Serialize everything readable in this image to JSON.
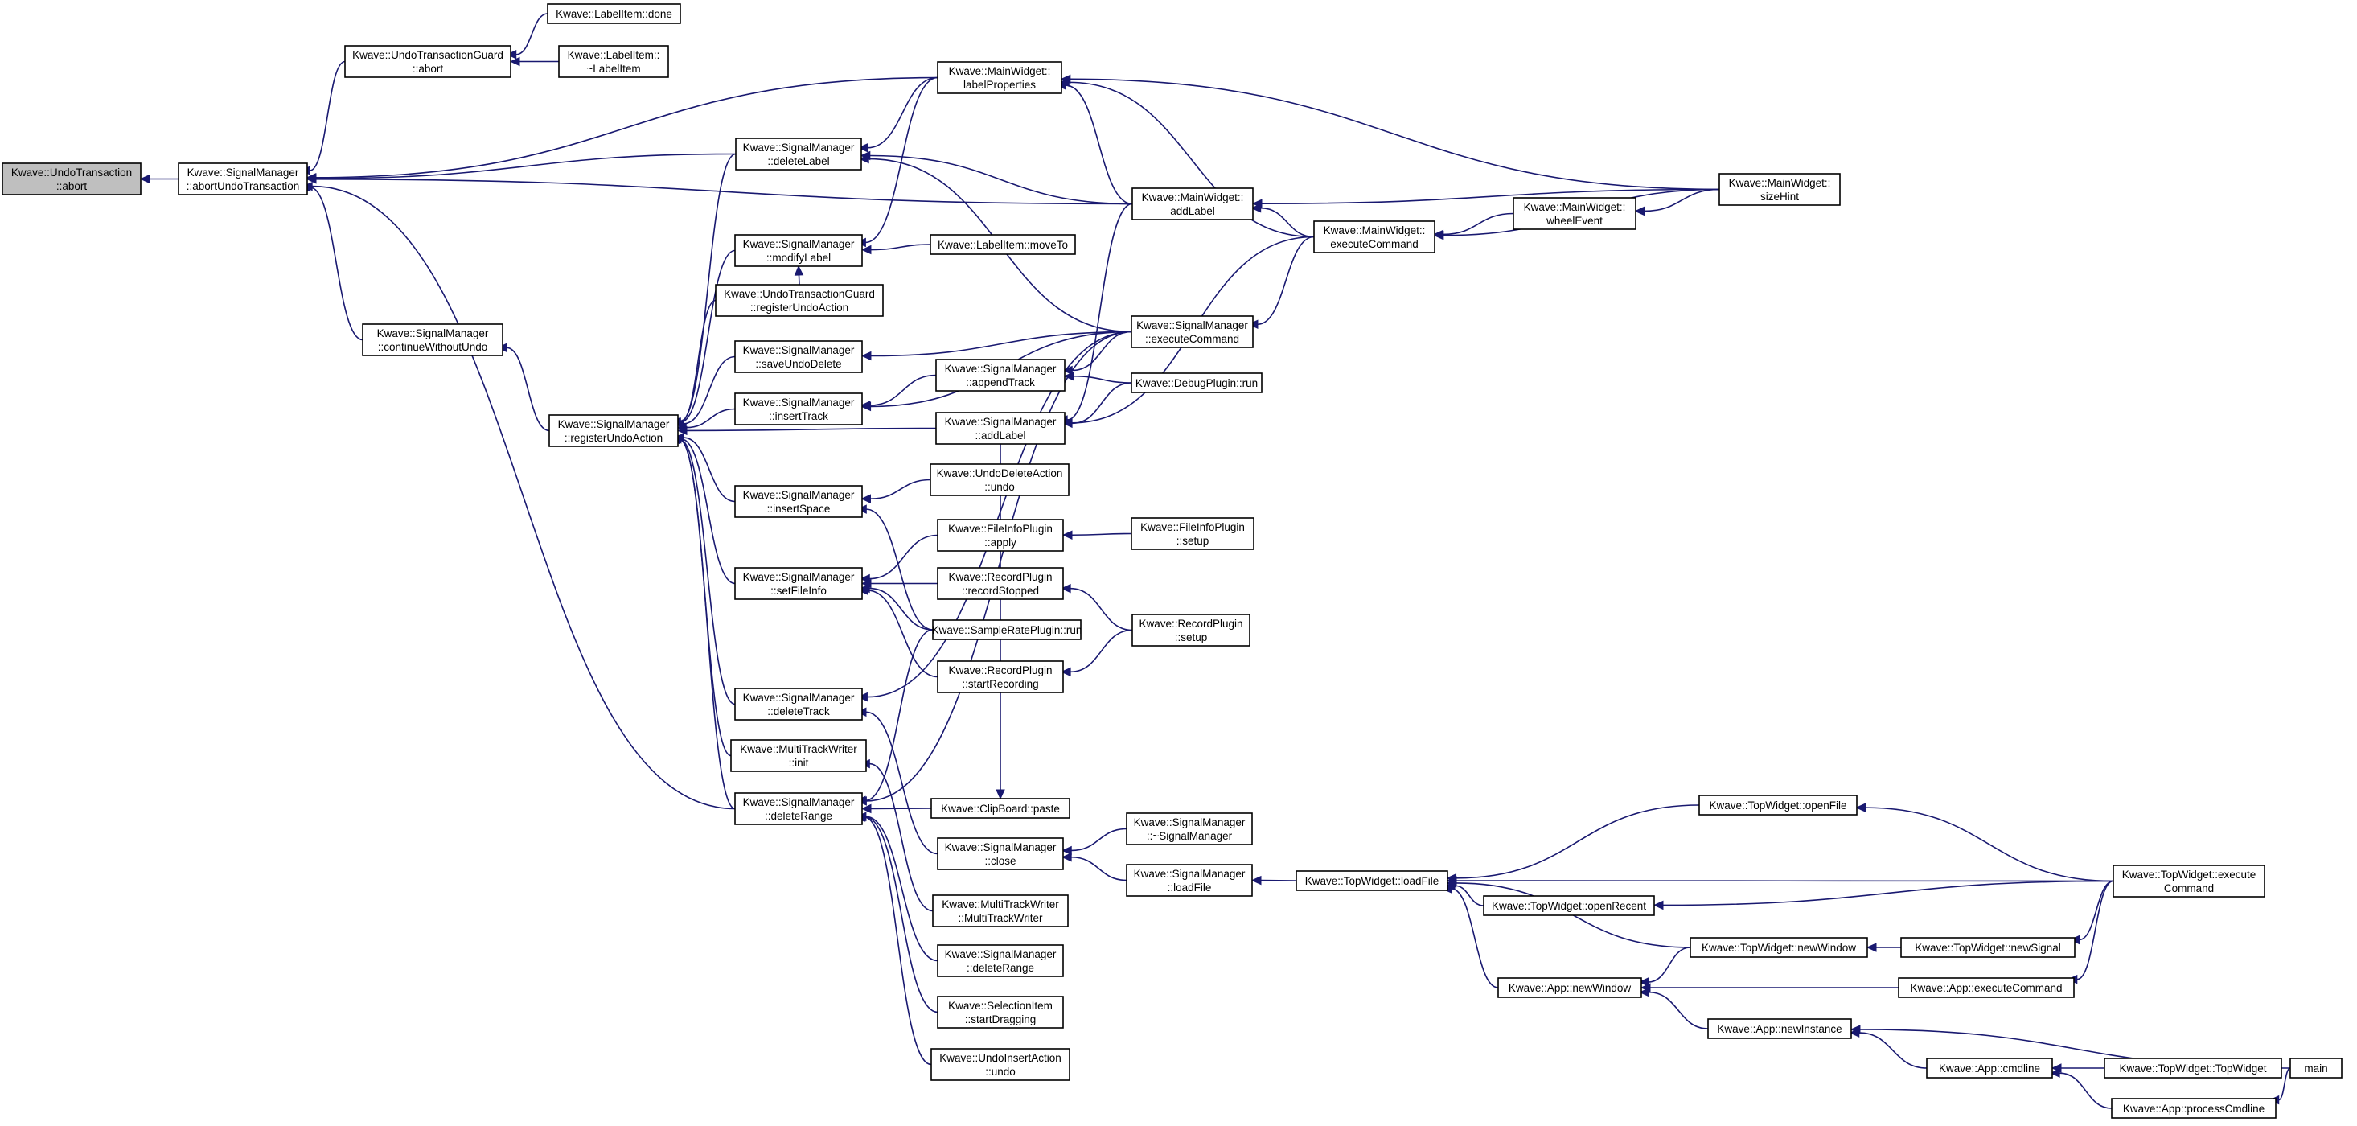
{
  "nodes": [
    {
      "id": "n0",
      "lines": [
        "Kwave::UndoTransaction",
        "::abort"
      ],
      "root": true
    },
    {
      "id": "n1",
      "lines": [
        "Kwave::SignalManager",
        "::abortUndoTransaction"
      ]
    },
    {
      "id": "n2",
      "lines": [
        "Kwave::UndoTransactionGuard",
        "::abort"
      ]
    },
    {
      "id": "n3",
      "lines": [
        "Kwave::LabelItem::done"
      ]
    },
    {
      "id": "n4",
      "lines": [
        "Kwave::LabelItem::",
        "~LabelItem"
      ]
    },
    {
      "id": "n5",
      "lines": [
        "Kwave::MainWidget::",
        "labelProperties"
      ]
    },
    {
      "id": "n6",
      "lines": [
        "Kwave::SignalManager",
        "::deleteLabel"
      ]
    },
    {
      "id": "n7",
      "lines": [
        "Kwave::MainWidget::",
        "addLabel"
      ]
    },
    {
      "id": "n8",
      "lines": [
        "Kwave::MainWidget::",
        "sizeHint"
      ]
    },
    {
      "id": "n9",
      "lines": [
        "Kwave::MainWidget::",
        "executeCommand"
      ]
    },
    {
      "id": "n10",
      "lines": [
        "Kwave::MainWidget::",
        "wheelEvent"
      ]
    },
    {
      "id": "n11",
      "lines": [
        "Kwave::SignalManager",
        "::modifyLabel"
      ]
    },
    {
      "id": "n12",
      "lines": [
        "Kwave::LabelItem::moveTo"
      ]
    },
    {
      "id": "n13",
      "lines": [
        "Kwave::UndoTransactionGuard",
        "::registerUndoAction"
      ]
    },
    {
      "id": "n14",
      "lines": [
        "Kwave::SignalManager",
        "::continueWithoutUndo"
      ]
    },
    {
      "id": "n15",
      "lines": [
        "Kwave::SignalManager",
        "::saveUndoDelete"
      ]
    },
    {
      "id": "n16",
      "lines": [
        "Kwave::SignalManager",
        "::executeCommand"
      ]
    },
    {
      "id": "n17",
      "lines": [
        "Kwave::SignalManager",
        "::appendTrack"
      ]
    },
    {
      "id": "n18",
      "lines": [
        "Kwave::DebugPlugin::run"
      ]
    },
    {
      "id": "n19",
      "lines": [
        "Kwave::SignalManager",
        "::insertTrack"
      ]
    },
    {
      "id": "n20",
      "lines": [
        "Kwave::SignalManager",
        "::registerUndoAction"
      ]
    },
    {
      "id": "n21",
      "lines": [
        "Kwave::SignalManager",
        "::addLabel"
      ]
    },
    {
      "id": "n22",
      "lines": [
        "Kwave::UndoDeleteAction",
        "::undo"
      ]
    },
    {
      "id": "n23",
      "lines": [
        "Kwave::SignalManager",
        "::insertSpace"
      ]
    },
    {
      "id": "n24",
      "lines": [
        "Kwave::FileInfoPlugin",
        "::apply"
      ]
    },
    {
      "id": "n25",
      "lines": [
        "Kwave::FileInfoPlugin",
        "::setup"
      ]
    },
    {
      "id": "n26",
      "lines": [
        "Kwave::SignalManager",
        "::setFileInfo"
      ]
    },
    {
      "id": "n27",
      "lines": [
        "Kwave::RecordPlugin",
        "::recordStopped"
      ]
    },
    {
      "id": "n28",
      "lines": [
        "Kwave::SampleRatePlugin::run"
      ]
    },
    {
      "id": "n29",
      "lines": [
        "Kwave::RecordPlugin",
        "::setup"
      ]
    },
    {
      "id": "n30",
      "lines": [
        "Kwave::RecordPlugin",
        "::startRecording"
      ]
    },
    {
      "id": "n31",
      "lines": [
        "Kwave::SignalManager",
        "::deleteTrack"
      ]
    },
    {
      "id": "n32",
      "lines": [
        "Kwave::MultiTrackWriter",
        "::init"
      ]
    },
    {
      "id": "n33",
      "lines": [
        "Kwave::SignalManager",
        "::deleteRange"
      ]
    },
    {
      "id": "n34",
      "lines": [
        "Kwave::ClipBoard::paste"
      ]
    },
    {
      "id": "n35",
      "lines": [
        "Kwave::SignalManager",
        "::~SignalManager"
      ]
    },
    {
      "id": "n36",
      "lines": [
        "Kwave::SignalManager",
        "::close"
      ]
    },
    {
      "id": "n37",
      "lines": [
        "Kwave::SignalManager",
        "::loadFile"
      ]
    },
    {
      "id": "n38",
      "lines": [
        "Kwave::TopWidget::loadFile"
      ]
    },
    {
      "id": "n39",
      "lines": [
        "Kwave::TopWidget::openFile"
      ]
    },
    {
      "id": "n40",
      "lines": [
        "Kwave::TopWidget::execute",
        "Command"
      ]
    },
    {
      "id": "n41",
      "lines": [
        "Kwave::TopWidget::openRecent"
      ]
    },
    {
      "id": "n42",
      "lines": [
        "Kwave::MultiTrackWriter",
        "::MultiTrackWriter"
      ]
    },
    {
      "id": "n43",
      "lines": [
        "Kwave::TopWidget::newWindow"
      ]
    },
    {
      "id": "n44",
      "lines": [
        "Kwave::TopWidget::newSignal"
      ]
    },
    {
      "id": "n45",
      "lines": [
        "Kwave::SignalManager",
        "::deleteRange"
      ]
    },
    {
      "id": "n46",
      "lines": [
        "Kwave::App::newWindow"
      ]
    },
    {
      "id": "n47",
      "lines": [
        "Kwave::App::executeCommand"
      ]
    },
    {
      "id": "n48",
      "lines": [
        "Kwave::SelectionItem",
        "::startDragging"
      ]
    },
    {
      "id": "n49",
      "lines": [
        "Kwave::App::newInstance"
      ]
    },
    {
      "id": "n50",
      "lines": [
        "main"
      ]
    },
    {
      "id": "n51",
      "lines": [
        "Kwave::App::cmdline"
      ]
    },
    {
      "id": "n52",
      "lines": [
        "Kwave::TopWidget::TopWidget"
      ]
    },
    {
      "id": "n53",
      "lines": [
        "Kwave::UndoInsertAction",
        "::undo"
      ]
    },
    {
      "id": "n54",
      "lines": [
        "Kwave::App::processCmdline"
      ]
    }
  ],
  "edges": [
    [
      "n1",
      "n0"
    ],
    [
      "n2",
      "n1"
    ],
    [
      "n5",
      "n1"
    ],
    [
      "n6",
      "n1"
    ],
    [
      "n7",
      "n1"
    ],
    [
      "n14",
      "n1"
    ],
    [
      "n33",
      "n1"
    ],
    [
      "n3",
      "n2"
    ],
    [
      "n4",
      "n2"
    ],
    [
      "n7",
      "n5"
    ],
    [
      "n8",
      "n5"
    ],
    [
      "n9",
      "n5"
    ],
    [
      "n5",
      "n6"
    ],
    [
      "n7",
      "n6"
    ],
    [
      "n16",
      "n6"
    ],
    [
      "n9",
      "n7"
    ],
    [
      "n8",
      "n7"
    ],
    [
      "n10",
      "n9"
    ],
    [
      "n8",
      "n9"
    ],
    [
      "n8",
      "n10"
    ],
    [
      "n5",
      "n11"
    ],
    [
      "n12",
      "n11"
    ],
    [
      "n13",
      "n11"
    ],
    [
      "n20",
      "n14"
    ],
    [
      "n6",
      "n20"
    ],
    [
      "n11",
      "n20"
    ],
    [
      "n13",
      "n20"
    ],
    [
      "n15",
      "n20"
    ],
    [
      "n19",
      "n20"
    ],
    [
      "n21",
      "n20"
    ],
    [
      "n23",
      "n20"
    ],
    [
      "n26",
      "n20"
    ],
    [
      "n31",
      "n20"
    ],
    [
      "n32",
      "n20"
    ],
    [
      "n33",
      "n20"
    ],
    [
      "n16",
      "n15"
    ],
    [
      "n16",
      "n19"
    ],
    [
      "n17",
      "n19"
    ],
    [
      "n16",
      "n17"
    ],
    [
      "n18",
      "n17"
    ],
    [
      "n9",
      "n16"
    ],
    [
      "n7",
      "n21"
    ],
    [
      "n18",
      "n21"
    ],
    [
      "n9",
      "n21"
    ],
    [
      "n22",
      "n23"
    ],
    [
      "n28",
      "n23"
    ],
    [
      "n25",
      "n24"
    ],
    [
      "n29",
      "n27"
    ],
    [
      "n29",
      "n30"
    ],
    [
      "n24",
      "n26"
    ],
    [
      "n27",
      "n26"
    ],
    [
      "n28",
      "n26"
    ],
    [
      "n30",
      "n26"
    ],
    [
      "n16",
      "n31"
    ],
    [
      "n36",
      "n31"
    ],
    [
      "n42",
      "n32"
    ],
    [
      "n16",
      "n33"
    ],
    [
      "n28",
      "n33"
    ],
    [
      "n34",
      "n33"
    ],
    [
      "n45",
      "n33"
    ],
    [
      "n48",
      "n33"
    ],
    [
      "n53",
      "n33"
    ],
    [
      "n34",
      "n33"
    ],
    [
      "n21",
      "n34"
    ],
    [
      "n35",
      "n36"
    ],
    [
      "n37",
      "n36"
    ],
    [
      "n38",
      "n37"
    ],
    [
      "n39",
      "n38"
    ],
    [
      "n40",
      "n38"
    ],
    [
      "n41",
      "n38"
    ],
    [
      "n43",
      "n38"
    ],
    [
      "n46",
      "n38"
    ],
    [
      "n40",
      "n39"
    ],
    [
      "n40",
      "n41"
    ],
    [
      "n44",
      "n43"
    ],
    [
      "n40",
      "n44"
    ],
    [
      "n43",
      "n46"
    ],
    [
      "n47",
      "n46"
    ],
    [
      "n49",
      "n46"
    ],
    [
      "n40",
      "n47"
    ],
    [
      "n50",
      "n49"
    ],
    [
      "n51",
      "n49"
    ],
    [
      "n52",
      "n51"
    ],
    [
      "n54",
      "n51"
    ],
    [
      "n50",
      "n54"
    ]
  ]
}
